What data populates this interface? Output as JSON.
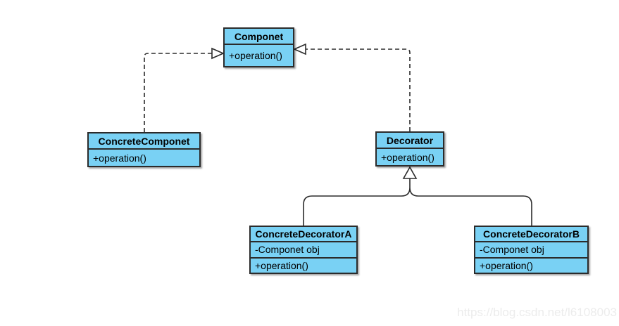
{
  "classes": {
    "componet": {
      "name": "Componet",
      "members": [
        "+operation()"
      ]
    },
    "concrete_componet": {
      "name": "ConcreteComponet",
      "members": [
        "+operation()"
      ]
    },
    "decorator": {
      "name": "Decorator",
      "members": [
        "+operation()"
      ]
    },
    "concrete_decorator_a": {
      "name": "ConcreteDecoratorA",
      "members": [
        "-Componet obj",
        "+operation()"
      ]
    },
    "concrete_decorator_b": {
      "name": "ConcreteDecoratorB",
      "members": [
        "-Componet obj",
        "+operation()"
      ]
    }
  },
  "relationships": [
    {
      "from": "ConcreteComponet",
      "to": "Componet",
      "type": "realization-dashed-hollow-triangle"
    },
    {
      "from": "Decorator",
      "to": "Componet",
      "type": "realization-dashed-hollow-triangle"
    },
    {
      "from": "ConcreteDecoratorA",
      "to": "Decorator",
      "type": "generalization-solid-hollow-triangle"
    },
    {
      "from": "ConcreteDecoratorB",
      "to": "Decorator",
      "type": "generalization-solid-hollow-triangle"
    }
  ],
  "watermark": "https://blog.csdn.net/l6108003",
  "colors": {
    "class_fill": "#79D1F4",
    "class_border": "#2b2b2b",
    "line": "#2b2b2b",
    "arrowhead_fill": "#ffffff",
    "text": "#000000",
    "watermark": "#ececec",
    "background": "#ffffff"
  }
}
